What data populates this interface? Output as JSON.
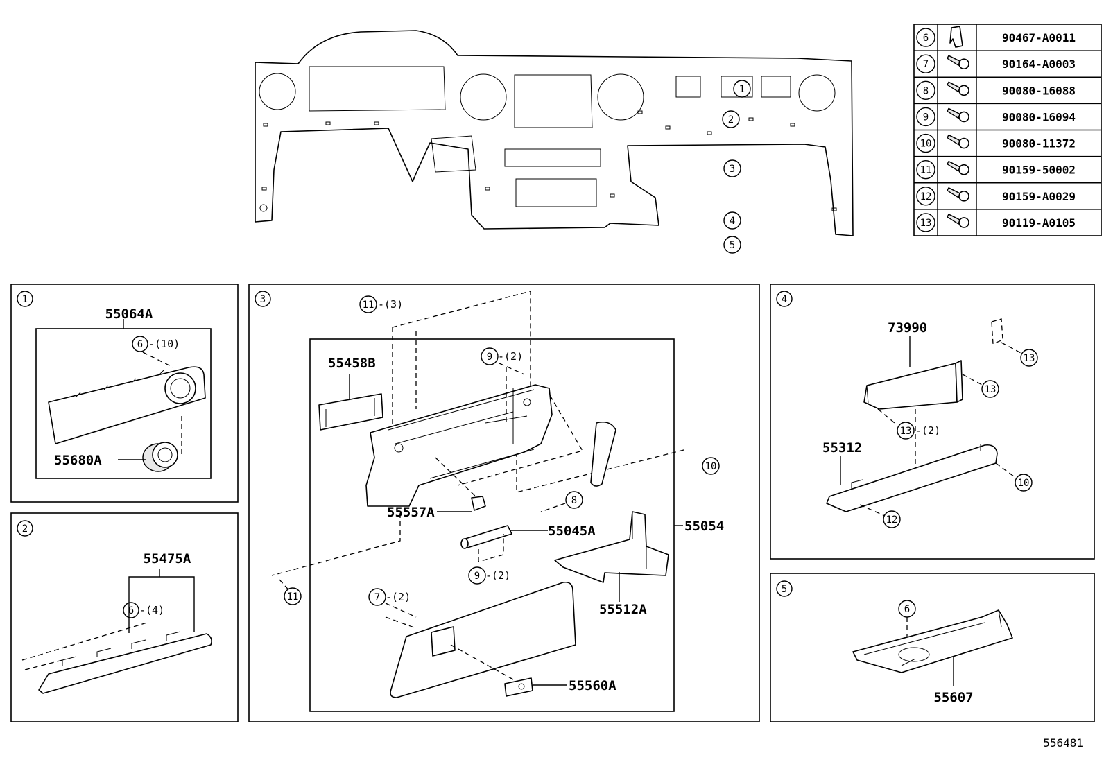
{
  "fastener_table": [
    {
      "ref": "6",
      "part": "90467-A0011"
    },
    {
      "ref": "7",
      "part": "90164-A0003"
    },
    {
      "ref": "8",
      "part": "90080-16088"
    },
    {
      "ref": "9",
      "part": "90080-16094"
    },
    {
      "ref": "10",
      "part": "90080-11372"
    },
    {
      "ref": "11",
      "part": "90159-50002"
    },
    {
      "ref": "12",
      "part": "90159-A0029"
    },
    {
      "ref": "13",
      "part": "90119-A0105"
    }
  ],
  "overview": {
    "callouts": [
      "1",
      "2",
      "3",
      "4",
      "5"
    ]
  },
  "panel1": {
    "ref": "1",
    "parts": [
      "55064A",
      "55680A"
    ],
    "fastener": {
      "ref": "6",
      "qty": "-(10)"
    }
  },
  "panel2": {
    "ref": "2",
    "parts": [
      "55475A"
    ],
    "fastener": {
      "ref": "6",
      "qty": "-(4)"
    }
  },
  "panel3": {
    "ref": "3",
    "parts": [
      "55458B",
      "55557A",
      "55054",
      "55045A",
      "55512A",
      "55560A"
    ],
    "fasteners": [
      {
        "ref": "11",
        "qty": "-(3)"
      },
      {
        "ref": "9",
        "qty": "-(2)"
      },
      {
        "ref": "10",
        "qty": ""
      },
      {
        "ref": "8",
        "qty": ""
      },
      {
        "ref": "9",
        "qty": "-(2)"
      },
      {
        "ref": "7",
        "qty": "-(2)"
      },
      {
        "ref": "11",
        "qty": ""
      }
    ]
  },
  "panel4": {
    "ref": "4",
    "parts": [
      "73990",
      "55312"
    ],
    "fasteners": [
      {
        "ref": "13",
        "qty": ""
      },
      {
        "ref": "13",
        "qty": ""
      },
      {
        "ref": "13",
        "qty": "-(2)"
      },
      {
        "ref": "10",
        "qty": ""
      },
      {
        "ref": "12",
        "qty": ""
      }
    ]
  },
  "panel5": {
    "ref": "5",
    "parts": [
      "55607"
    ],
    "fastener": {
      "ref": "6",
      "qty": ""
    }
  },
  "diagram_id": "556481"
}
